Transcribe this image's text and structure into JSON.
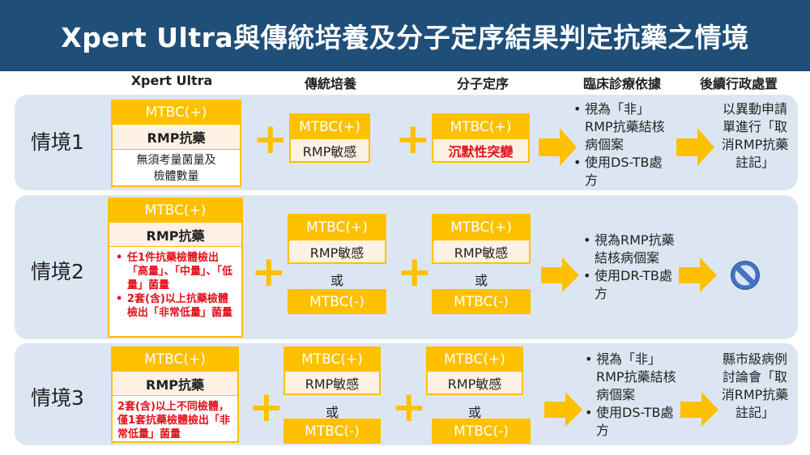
{
  "title": "Xpert Ultra與傳統培養及分子定序結果判定抗藥之情境",
  "columns": [
    "Xpert Ultra",
    "傳統培養",
    "分子定序",
    "臨床診療依據",
    "後續行政處置"
  ],
  "colors": {
    "title_bg": "#1f4e79",
    "row_bg": "#dce6f2",
    "accent": "#ffc000",
    "red": "#e0121b",
    "prohibit": "#4472c4"
  },
  "common": {
    "mtbc_pos": "MTBC(+)",
    "mtbc_neg": "MTBC(-)",
    "rmp_res": "RMP抗藥",
    "rmp_sens": "RMP敏感",
    "or": "或",
    "plus": "+"
  },
  "rows": [
    {
      "label": "情境1",
      "xpert_note": [
        "無須考量菌量及",
        "檢體數量"
      ],
      "seq_result": "沉默性突變",
      "clinical": [
        "視為「非」RMP抗藥結核病個案",
        "使用DS-TB處方"
      ],
      "admin": "以異動申請單進行「取消RMP抗藥註記」"
    },
    {
      "label": "情境2",
      "xpert_note": [
        "任1件抗藥檢體檢出「高量」、「中量」、「低量」菌量",
        "2套(含)以上抗藥檢體檢出「非常低量」菌量"
      ],
      "clinical": [
        "視為RMP抗藥結核病個案",
        "使用DR-TB處方"
      ],
      "admin_icon": "prohibit-icon"
    },
    {
      "label": "情境3",
      "xpert_note": "2套(含)以上不同檢體，僅1套抗藥檢體檢出「非常低量」菌量",
      "clinical": [
        "視為「非」RMP抗藥結核病個案",
        "使用DS-TB處方"
      ],
      "admin": "縣市級病例討論會「取消RMP抗藥註記」"
    }
  ]
}
